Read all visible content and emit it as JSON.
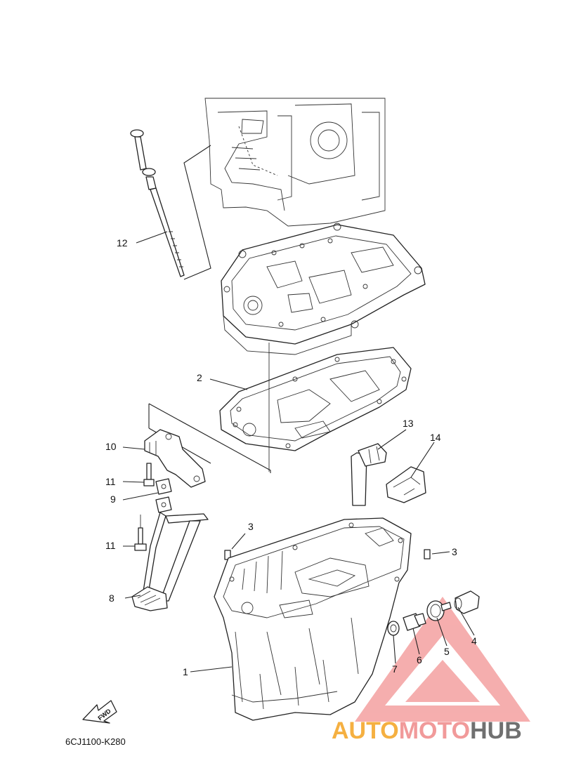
{
  "callouts": {
    "p1": "1",
    "p2": "2",
    "p3a": "3",
    "p3b": "3",
    "p4": "4",
    "p5": "5",
    "p6": "6",
    "p7": "7",
    "p8": "8",
    "p9": "9",
    "p10": "10",
    "p11a": "11",
    "p11b": "11",
    "p12": "12",
    "p13": "13",
    "p14": "14"
  },
  "fwd_label": "FWD",
  "diagram_code": "6CJ1100-K280",
  "watermark": {
    "part1": "AUTO",
    "part2": "MOTO",
    "part3": "HUB",
    "color_orange": "#f5a623",
    "color_red": "#f08080",
    "color_gray": "#6b6b6b"
  }
}
